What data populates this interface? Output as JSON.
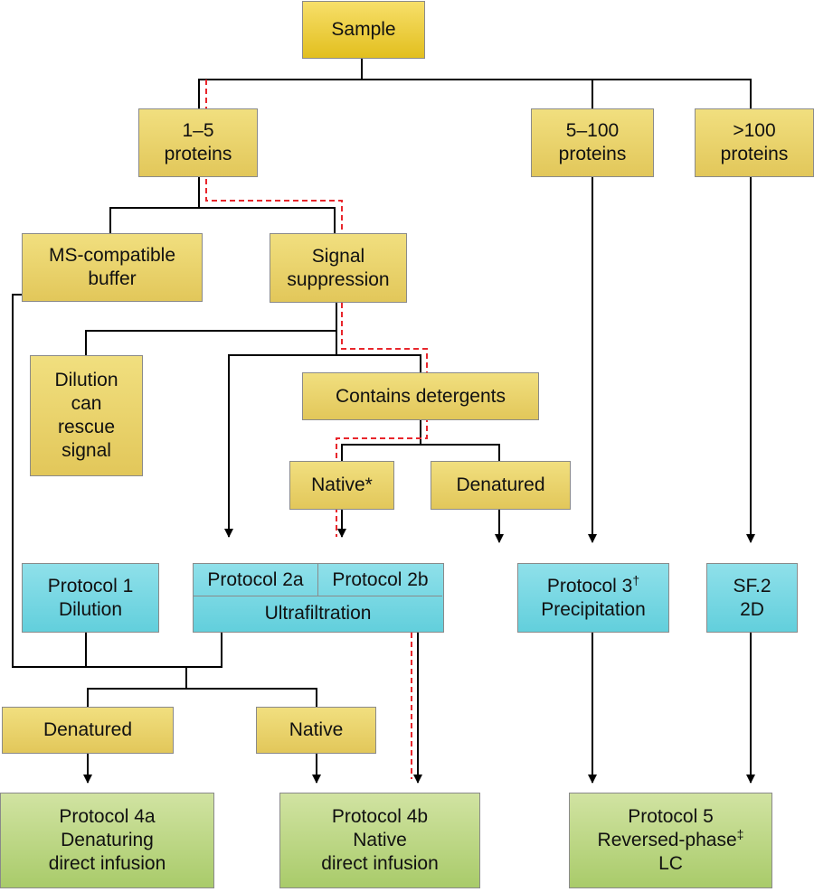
{
  "nodes": {
    "sample": [
      "Sample"
    ],
    "p1_5": [
      "1–5",
      "proteins"
    ],
    "p5_100": [
      "5–100",
      "proteins"
    ],
    "p100": [
      ">100",
      "proteins"
    ],
    "ms_buffer": [
      "MS-compatible",
      "buffer"
    ],
    "signal_supp": [
      "Signal",
      "suppression"
    ],
    "dilution_rescue": [
      "Dilution",
      "can",
      "rescue",
      "signal"
    ],
    "detergents": [
      "Contains detergents"
    ],
    "native_star": [
      "Native*"
    ],
    "denatured_1": [
      "Denatured"
    ],
    "protocol1": [
      "Protocol 1",
      "Dilution"
    ],
    "protocol2a": "Protocol 2a",
    "protocol2b": "Protocol 2b",
    "ultrafiltration": "Ultrafiltration",
    "protocol3": [
      "Protocol 3",
      "Precipitation"
    ],
    "protocol3_mark": "†",
    "sf2": [
      "SF.2",
      "2D"
    ],
    "denatured_2": [
      "Denatured"
    ],
    "native_2": [
      "Native"
    ],
    "protocol4a": [
      "Protocol 4a",
      "Denaturing",
      "direct infusion"
    ],
    "protocol4b": [
      "Protocol 4b",
      "Native",
      "direct infusion"
    ],
    "protocol5": [
      "Protocol 5",
      "Reversed-phase",
      "LC"
    ],
    "protocol5_mark": "‡"
  },
  "colors": {
    "decision": "#e8cf6a",
    "protocol": "#6fd3de",
    "outcome": "#b9d683",
    "line": "#000000",
    "highlight_path": "#e8262c"
  }
}
